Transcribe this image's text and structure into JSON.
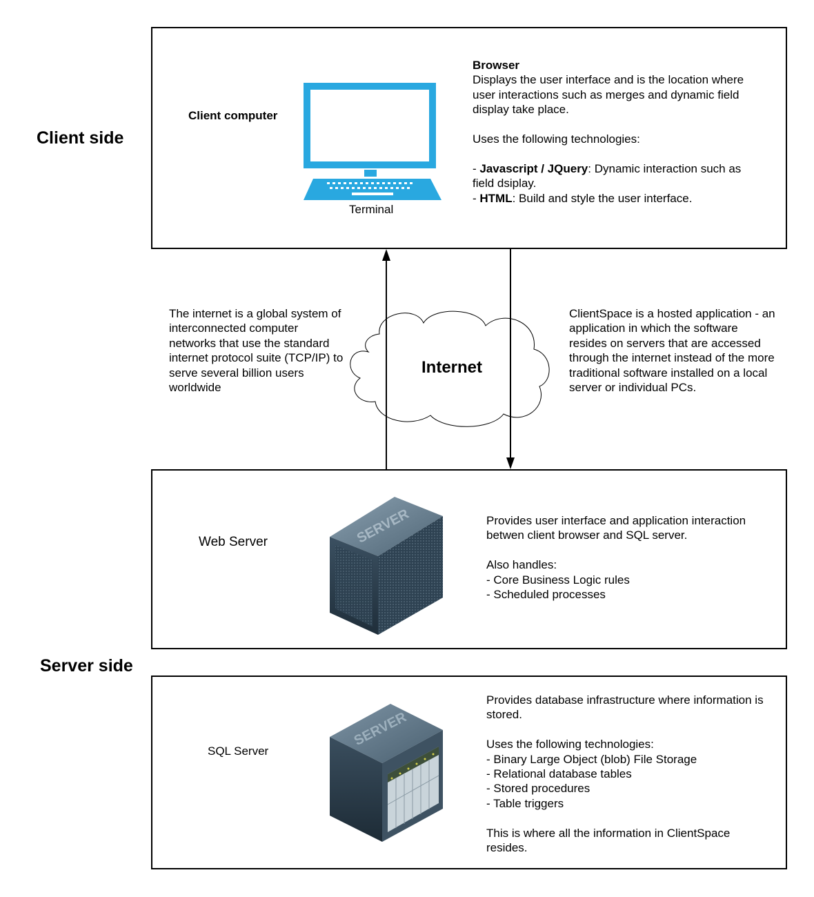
{
  "labels": {
    "client_side": "Client side",
    "server_side": "Server side"
  },
  "client_box": {
    "title": "Client computer",
    "terminal_caption": "Terminal",
    "browser_heading": "Browser",
    "browser_desc": "Displays the user interface and is the location where user interactions such as merges and dynamic field display take place.",
    "tech_intro": "Uses the following technologies:",
    "tech_items": [
      {
        "name": "Javascript / JQuery",
        "desc": ": Dynamic interaction such as field dsiplay."
      },
      {
        "name": "HTML",
        "desc": ": Build and style the user interface."
      }
    ]
  },
  "internet": {
    "cloud_label": "Internet",
    "left_text": "The internet is a global system of interconnected computer networks that use the standard internet protocol suite (TCP/IP) to serve several billion users worldwide",
    "right_text": "ClientSpace is a hosted application -  an  application in which  the software resides on servers that are accessed through the internet instead of the more traditional software installed on a local server or individual PCs."
  },
  "web_server": {
    "title": "Web Server",
    "icon_text": "SERVER",
    "desc": "Provides user interface and application interaction betwen client browser and SQL server.",
    "handles_intro": "Also handles:",
    "handles_items": [
      "- Core Business Logic rules",
      "- Scheduled processes"
    ]
  },
  "sql_server": {
    "title": "SQL  Server",
    "icon_text": "SERVER",
    "desc": "Provides database infrastructure where information is stored.",
    "tech_intro": "Uses the following technologies:",
    "tech_items": [
      "- Binary Large Object (blob) File Storage",
      "- Relational database tables",
      "- Stored procedures",
      "- Table triggers"
    ],
    "footer": "This is where all the information in ClientSpace resides."
  },
  "colors": {
    "terminal_blue": "#29a8e0",
    "server_dark": "#2c3e4e",
    "server_light": "#6d8596"
  }
}
